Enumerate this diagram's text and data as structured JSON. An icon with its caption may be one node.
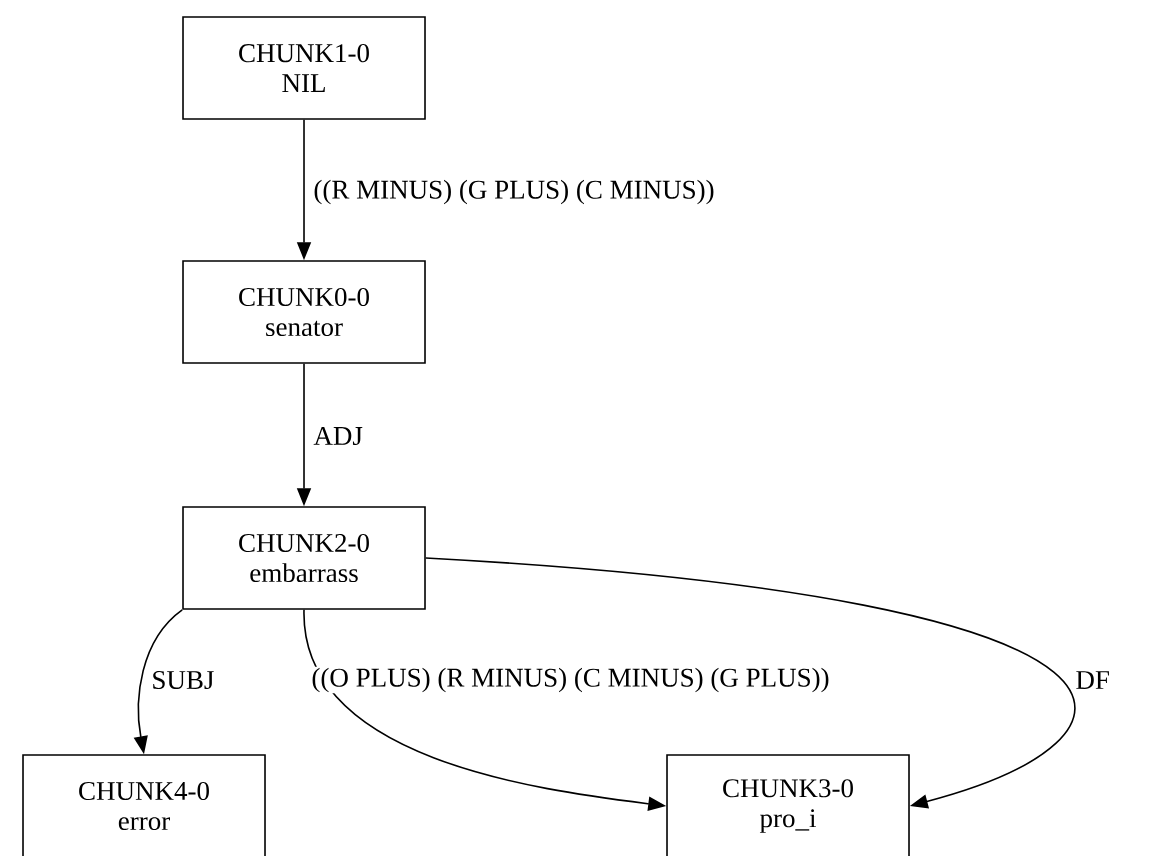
{
  "diagram": {
    "nodes": [
      {
        "text": [
          "CHUNK1-0",
          "NIL"
        ]
      },
      {
        "text": [
          "CHUNK0-0",
          "senator"
        ]
      },
      {
        "text": [
          "CHUNK2-0",
          "embarrass"
        ]
      },
      {
        "text": [
          "CHUNK4-0",
          "error"
        ]
      },
      {
        "text": [
          "CHUNK3-0",
          "pro_i"
        ]
      }
    ],
    "edges": [
      {
        "from": 0,
        "to": 1,
        "arrow": "to",
        "label": "((R MINUS) (G PLUS) (C MINUS))"
      },
      {
        "from": 1,
        "to": 2,
        "arrow": "to",
        "label": "ADJ"
      },
      {
        "from": 2,
        "to": 3,
        "arrow": "to",
        "label": "SUBJ"
      },
      {
        "from": 2,
        "to": 4,
        "arrow": "to",
        "label": "((O PLUS) (R MINUS) (C MINUS) (G PLUS))"
      },
      {
        "from": 2,
        "to": 4,
        "arrow": "to",
        "label": "DF"
      }
    ]
  }
}
